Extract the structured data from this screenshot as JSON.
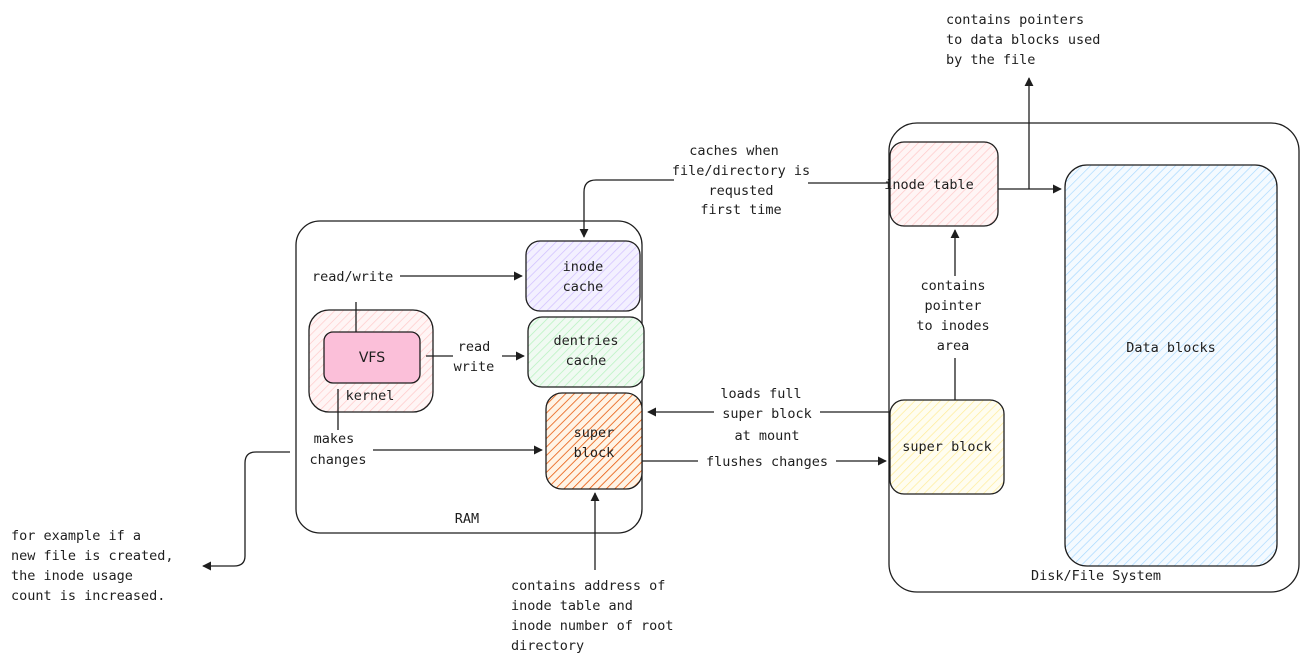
{
  "containers": {
    "ram": {
      "label": "RAM"
    },
    "disk": {
      "label": "Disk/File System"
    }
  },
  "nodes": {
    "inode_cache": {
      "lines": [
        "inode",
        "cache"
      ],
      "color": "#d0bfff"
    },
    "dentries_cache": {
      "lines": [
        "dentries",
        "cache"
      ],
      "color": "#b2f2bb"
    },
    "super_block_ram": {
      "lines": [
        "super",
        "block"
      ],
      "color": "#e8590c"
    },
    "kernel": {
      "label": "kernel",
      "color": "#ffc9c9"
    },
    "vfs": {
      "label": "VFS",
      "color": "#f8bbd9"
    },
    "inode_table": {
      "label": "inode table",
      "color": "#ffc9c9"
    },
    "super_block_disk": {
      "label": "super block",
      "color": "#ffec99"
    },
    "data_blocks": {
      "label": "Data blocks",
      "color": "#a5d8ff"
    }
  },
  "labels": {
    "read_write": "read/write",
    "read": "read",
    "write": "write",
    "makes": "makes",
    "changes": "changes",
    "flushes_changes": "flushes changes",
    "loads_full": [
      "loads full",
      "super block",
      "at mount"
    ],
    "caches_when": [
      "caches when",
      "file/directory is",
      "requsted",
      "first time"
    ],
    "contains_pointers_top": [
      "contains pointers",
      "to data blocks used",
      "by the file"
    ],
    "contains_pointer_inodes": [
      "contains",
      "pointer",
      "to inodes",
      "area"
    ],
    "contains_address": [
      "contains address of",
      "inode table and",
      "inode number of root",
      "directory"
    ],
    "for_example": [
      "for example if a",
      "new file is created,",
      "the inode usage",
      "count is increased."
    ]
  }
}
